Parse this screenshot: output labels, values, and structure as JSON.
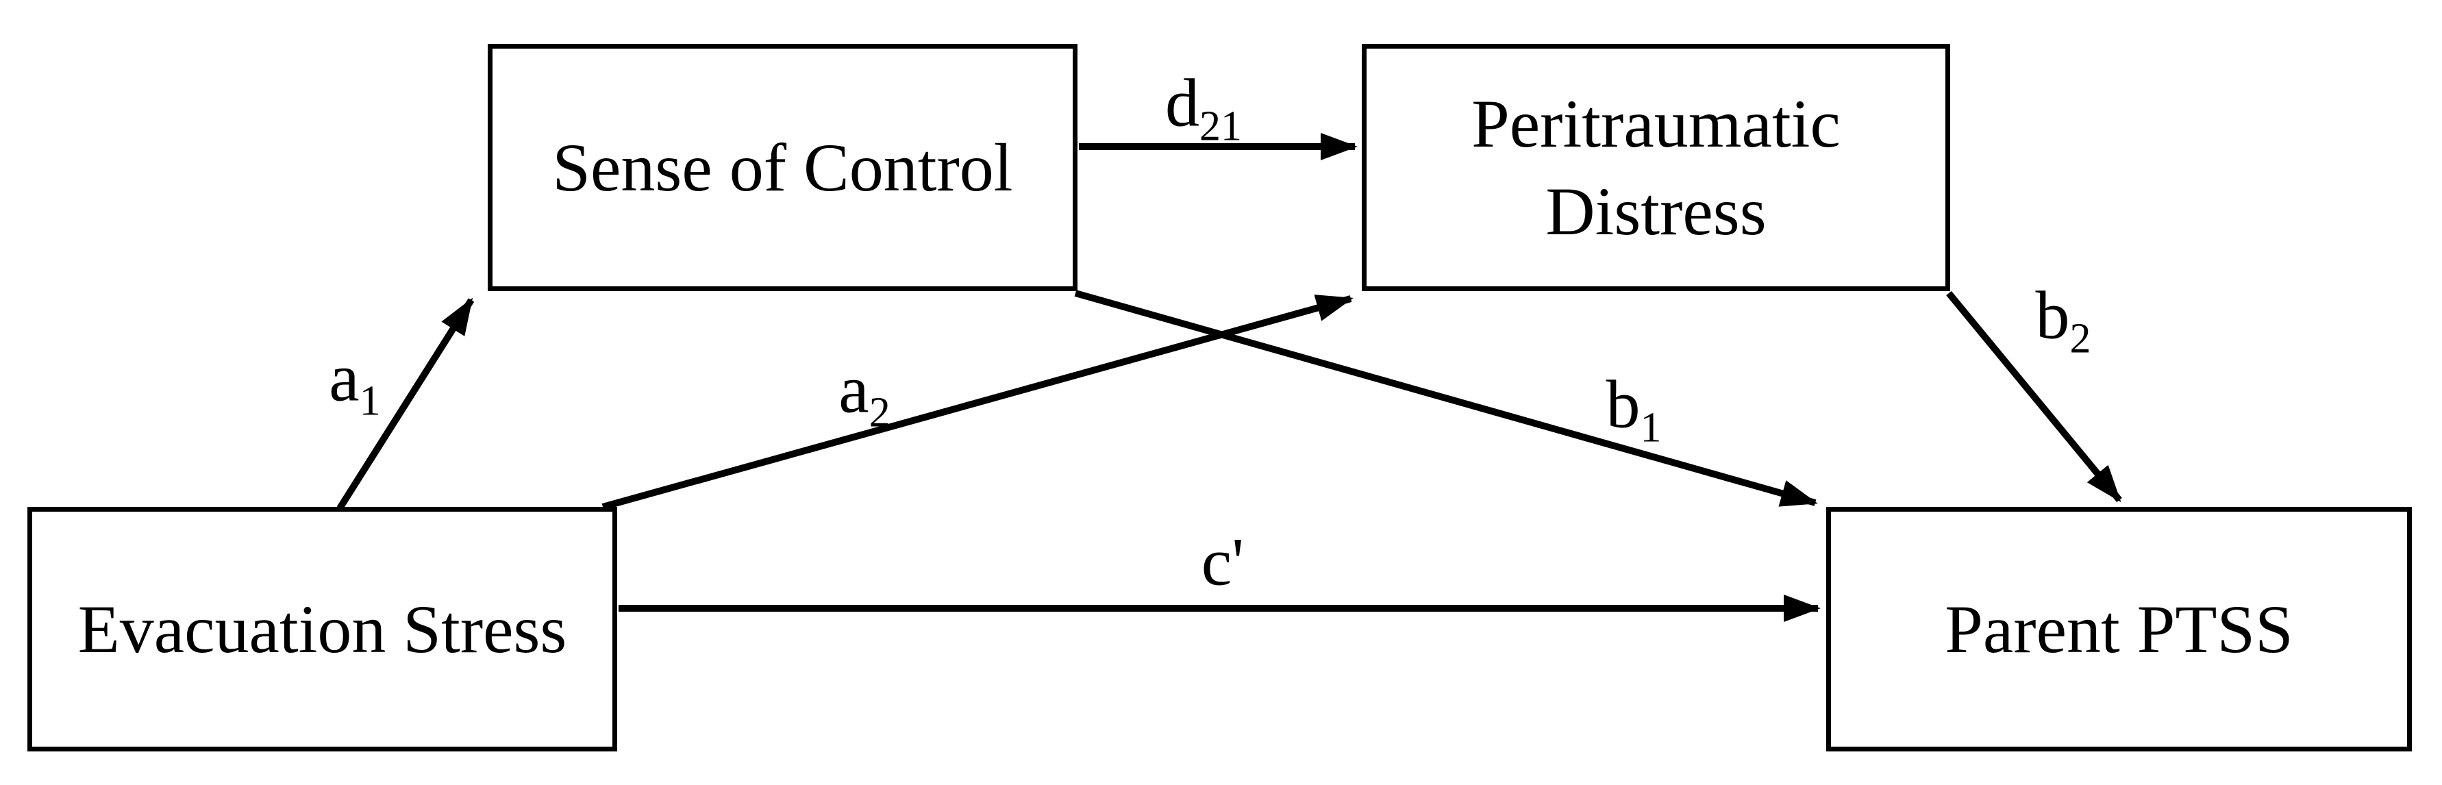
{
  "colors": {
    "background": "#ffffff",
    "line": "#000000",
    "text": "#000000"
  },
  "boxes": {
    "sense_of_control": {
      "label": "Sense of Control"
    },
    "peritraumatic_distress": {
      "lines": [
        "Peritraumatic",
        "Distress"
      ]
    },
    "evacuation_stress": {
      "label": "Evacuation Stress"
    },
    "parent_ptss": {
      "label": "Parent PTSS"
    }
  },
  "path_labels": {
    "a1": {
      "base": "a",
      "sub": "1"
    },
    "a2": {
      "base": "a",
      "sub": "2"
    },
    "d21": {
      "base": "d",
      "sub": "21"
    },
    "b1": {
      "base": "b",
      "sub": "1"
    },
    "b2": {
      "base": "b",
      "sub": "2"
    },
    "c_prime": {
      "base": "c'",
      "sub": ""
    }
  }
}
